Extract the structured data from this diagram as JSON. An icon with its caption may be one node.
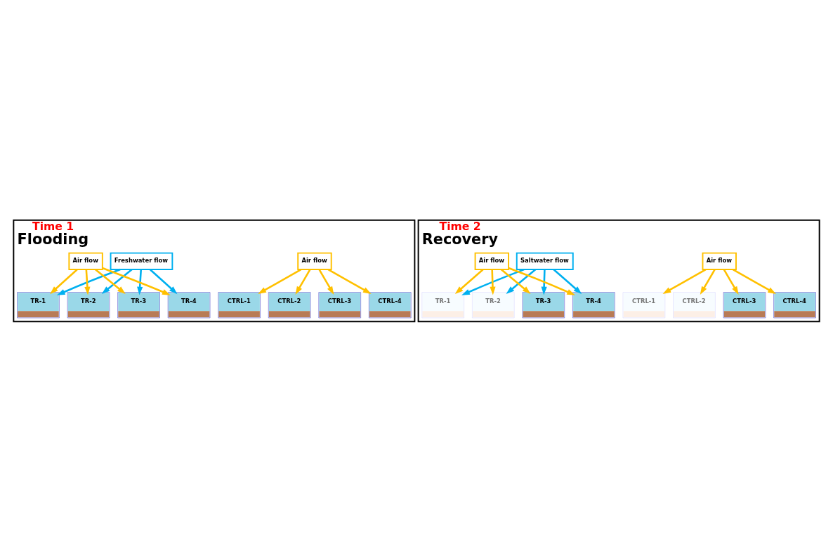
{
  "diagram": {
    "nodes": [
      {
        "text": [
          "Time 1",
          "Flooding"
        ]
      },
      {
        "text": [
          "Air flow"
        ],
        "in": 0
      },
      {
        "text": [
          "CTRL-1"
        ],
        "in": 0
      },
      {
        "text": [
          "CTRL-2"
        ],
        "in": 0
      },
      {
        "text": [
          "CTRL-3"
        ],
        "in": 0
      },
      {
        "text": [
          "CTRL-4"
        ],
        "in": 0
      },
      {
        "text": [
          "Freshwater flow"
        ],
        "in": 0
      },
      {
        "text": [
          "Air flow"
        ],
        "in": 0
      },
      {
        "text": [
          "TR-1"
        ],
        "in": 0
      },
      {
        "text": [
          "TR-2"
        ],
        "in": 0
      },
      {
        "text": [
          "TR-3"
        ],
        "in": 0
      },
      {
        "text": [
          "TR-4"
        ],
        "in": 0
      },
      {
        "text": [
          "Time 2",
          "Recovery"
        ]
      },
      {
        "text": [
          "Air flow"
        ],
        "in": 12
      },
      {
        "text": [
          "CTRL-1"
        ],
        "in": 12
      },
      {
        "text": [
          "CTRL-2"
        ],
        "in": 12
      },
      {
        "text": [
          "CTRL-3"
        ],
        "in": 12
      },
      {
        "text": [
          "CTRL-4"
        ],
        "in": 12
      },
      {
        "text": [
          "Saltwater flow"
        ],
        "in": 12
      },
      {
        "text": [
          "Air flow"
        ],
        "in": 12
      },
      {
        "text": [
          "TR-1"
        ],
        "in": 12
      },
      {
        "text": [
          "TR-2"
        ],
        "in": 12
      },
      {
        "text": [
          "TR-3"
        ],
        "in": 12
      },
      {
        "text": [
          "TR-4"
        ],
        "in": 12
      }
    ],
    "edges": [
      {
        "from": 1,
        "to": 2,
        "arrow": "to"
      },
      {
        "from": 1,
        "to": 3,
        "arrow": "to"
      },
      {
        "from": 1,
        "to": 4,
        "arrow": "to"
      },
      {
        "from": 1,
        "to": 5,
        "arrow": "to"
      },
      {
        "from": 6,
        "to": 8,
        "arrow": "to",
        "color": "#00b0f0"
      },
      {
        "from": 6,
        "to": 9,
        "arrow": "to",
        "color": "#00b0f0"
      },
      {
        "from": 6,
        "to": 10,
        "arrow": "to",
        "color": "#00b0f0"
      },
      {
        "from": 6,
        "to": 11,
        "arrow": "to",
        "color": "#00b0f0"
      },
      {
        "from": 7,
        "to": 8,
        "arrow": "to"
      },
      {
        "from": 7,
        "to": 9,
        "arrow": "to"
      },
      {
        "from": 7,
        "to": 10,
        "arrow": "to"
      },
      {
        "from": 7,
        "to": 11,
        "arrow": "to"
      },
      {
        "from": 13,
        "to": 14,
        "arrow": "to"
      },
      {
        "from": 13,
        "to": 15,
        "arrow": "to"
      },
      {
        "from": 13,
        "to": 16,
        "arrow": "to"
      },
      {
        "from": 13,
        "to": 17,
        "arrow": "to"
      },
      {
        "from": 18,
        "to": 20,
        "arrow": "to",
        "color": "#00b0f0"
      },
      {
        "from": 18,
        "to": 21,
        "arrow": "to",
        "color": "#00b0f0"
      },
      {
        "from": 18,
        "to": 22,
        "arrow": "to",
        "color": "#00b0f0"
      },
      {
        "from": 18,
        "to": 23,
        "arrow": "to",
        "color": "#00b0f0"
      },
      {
        "from": 19,
        "to": 20,
        "arrow": "to"
      },
      {
        "from": 19,
        "to": 21,
        "arrow": "to"
      },
      {
        "from": 19,
        "to": 22,
        "arrow": "to"
      },
      {
        "from": 19,
        "to": 23,
        "arrow": "to"
      }
    ]
  }
}
